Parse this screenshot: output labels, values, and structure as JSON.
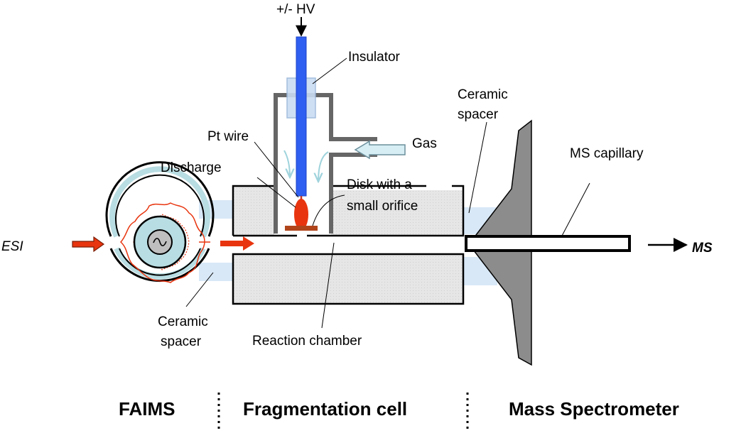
{
  "labels": {
    "hv": "+/- HV",
    "insulator": "Insulator",
    "pt_wire": "Pt wire",
    "gas": "Gas",
    "discharge": "Discharge",
    "disk_line1": "Disk with a",
    "disk_line2": "small orifice",
    "ceramic_spacer_right_line1": "Ceramic",
    "ceramic_spacer_right_line2": "spacer",
    "ms_capillary": "MS capillary",
    "esi": "ESI",
    "ms": "MS",
    "ceramic_spacer_left_line1": "Ceramic",
    "ceramic_spacer_left_line2": "spacer",
    "reaction_chamber": "Reaction chamber"
  },
  "sections": {
    "faims": "FAIMS",
    "fragmentation_cell": "Fragmentation cell",
    "mass_spectrometer": "Mass Spectrometer"
  },
  "colors": {
    "electrode": "#2f5ff0",
    "insulator": "#c9dcf3",
    "spacer": "#d8e8f7",
    "housing": "#666666",
    "chamber_fill": "#e5e5e5",
    "faims_ring": "#b8dde2",
    "discharge": "#e8350f",
    "arrow_red": "#e8350f",
    "gas_arrow": "#d7eef5",
    "cone": "#8c8c8c"
  }
}
